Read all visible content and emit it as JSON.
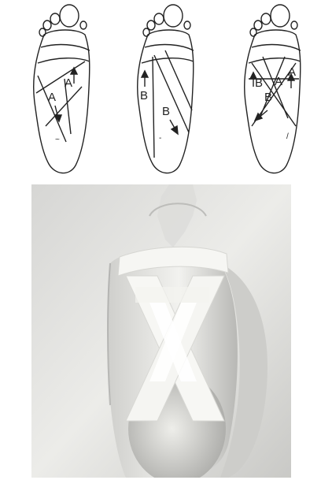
{
  "steps": [
    {
      "labels": [
        "A",
        "A"
      ]
    },
    {
      "labels": [
        "B",
        "B"
      ]
    },
    {
      "labels": [
        "B",
        "B",
        "A",
        "A"
      ]
    }
  ],
  "colors": {
    "line": "#222222",
    "tape": "#f4f4f2",
    "photo_bg": "#e6e6e4"
  },
  "icons": {
    "arrow": "arrow-icon"
  }
}
